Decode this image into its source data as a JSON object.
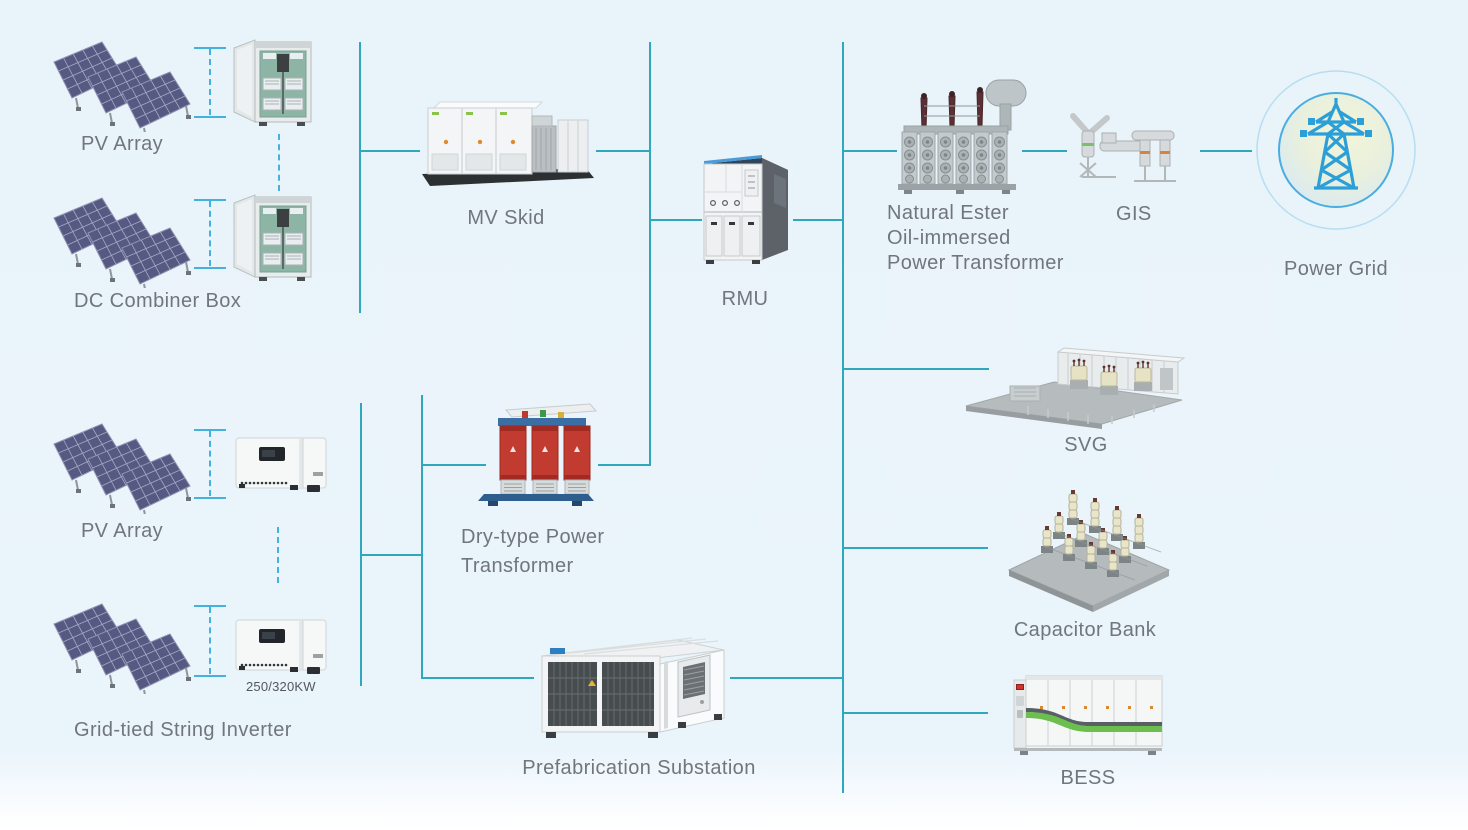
{
  "palette": {
    "background": "#e9f3fa",
    "solid_line": "#2fa8bd",
    "dashed_line": "#43b2de",
    "label_text": "#70767c",
    "small_text": "#53585c",
    "grid_tower_blue": "#2c9fd9",
    "grid_circle_border": "#49ade0",
    "dry_transformer_red": "#c23b30",
    "bess_green": "#6cbf4e"
  },
  "nodes": {
    "pv_array_top": {
      "label": "PV Array"
    },
    "dc_combiner_box": {
      "label": "DC Combiner Box"
    },
    "mv_skid": {
      "label": "MV Skid"
    },
    "rmu": {
      "label": "RMU"
    },
    "power_transformer": {
      "line1": "Natural Ester",
      "line2": "Oil-immersed",
      "line3": "Power Transformer"
    },
    "gis": {
      "label": "GIS"
    },
    "power_grid": {
      "label": "Power Grid"
    },
    "svg_compensator": {
      "label": "SVG"
    },
    "capacitor_bank": {
      "label": "Capacitor Bank"
    },
    "bess": {
      "label": "BESS"
    },
    "pv_array_bottom": {
      "label": "PV Array"
    },
    "string_inverter": {
      "label": "Grid-tied String Inverter",
      "rating": "250/320KW"
    },
    "dry_type_transformer": {
      "line1": "Dry-type Power",
      "line2": "Transformer"
    },
    "prefab_substation": {
      "label": "Prefabrication Substation"
    }
  },
  "connections": [
    "PV Array - DC Combiner Box",
    "DC Combiner Box - MV Skid",
    "MV Skid - RMU",
    "RMU - Natural Ester Oil-immersed Power Transformer",
    "Natural Ester Oil-immersed Power Transformer - GIS",
    "GIS - Power Grid",
    "main bus - SVG",
    "main bus - Capacitor Bank",
    "main bus - BESS",
    "PV Array - Grid-tied String Inverter",
    "Grid-tied String Inverter - Dry-type Power Transformer",
    "Dry-type Power Transformer - RMU",
    "Dry-type Power Transformer bus - Prefabrication Substation",
    "Prefabrication Substation - main bus"
  ]
}
